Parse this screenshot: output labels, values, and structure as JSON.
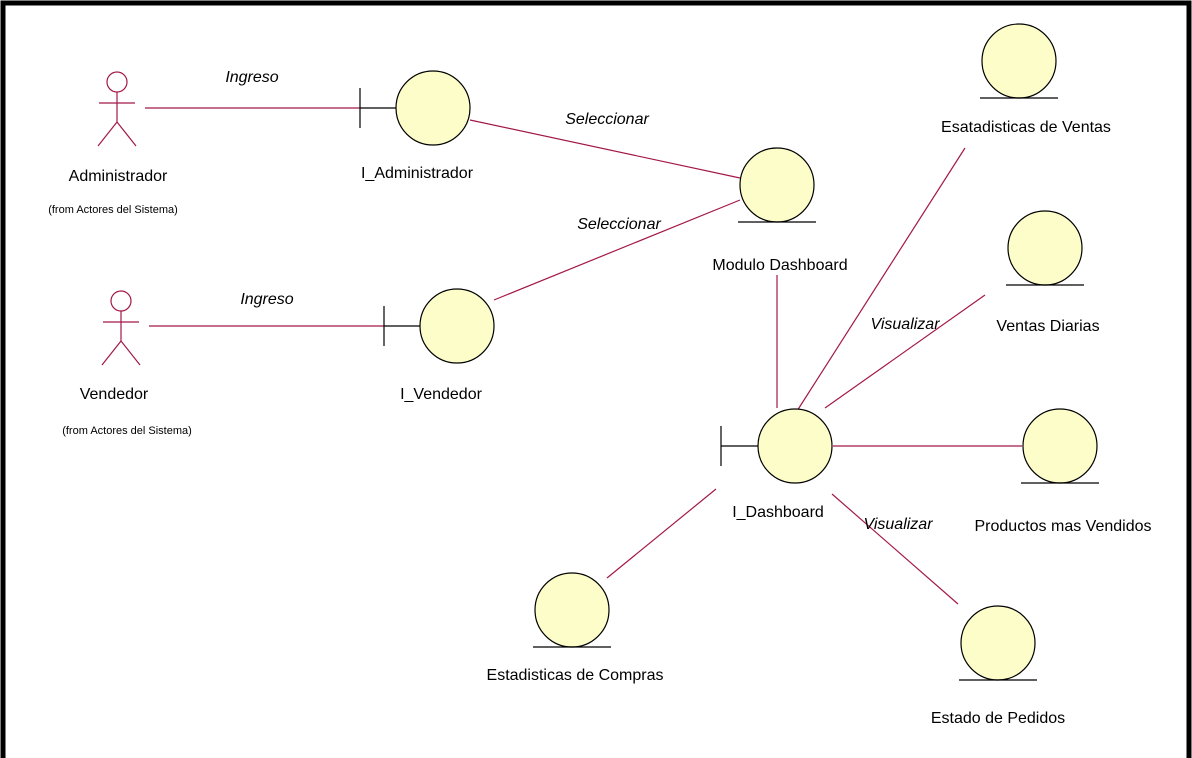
{
  "colors": {
    "line": "#a3184a",
    "circle_fill": "#fdfdc9",
    "outline": "#000000",
    "border": "#000000",
    "background": "#ffffff"
  },
  "actors": {
    "administrador": {
      "name": "Administrador",
      "from": "(from Actores del Sistema)"
    },
    "vendedor": {
      "name": "Vendedor",
      "from": "(from Actores del Sistema)"
    }
  },
  "boundaries": {
    "i_administrador": "I_Administrador",
    "i_vendedor": "I_Vendedor",
    "i_dashboard": "I_Dashboard"
  },
  "controls": {
    "modulo_dashboard": "Modulo Dashboard"
  },
  "entities": {
    "estadisticas_ventas": "Esatadisticas de Ventas",
    "ventas_diarias": "Ventas Diarias",
    "productos_vendidos": "Productos mas Vendidos",
    "estado_pedidos": "Estado de Pedidos",
    "estadisticas_compras": "Estadisticas de Compras"
  },
  "associations": {
    "admin_ingreso": "Ingreso",
    "vendedor_ingreso": "Ingreso",
    "admin_seleccionar": "Seleccionar",
    "vendedor_seleccionar": "Seleccionar",
    "dashboard_visualizar_1": "Visualizar",
    "dashboard_visualizar_2": "Visualizar"
  }
}
